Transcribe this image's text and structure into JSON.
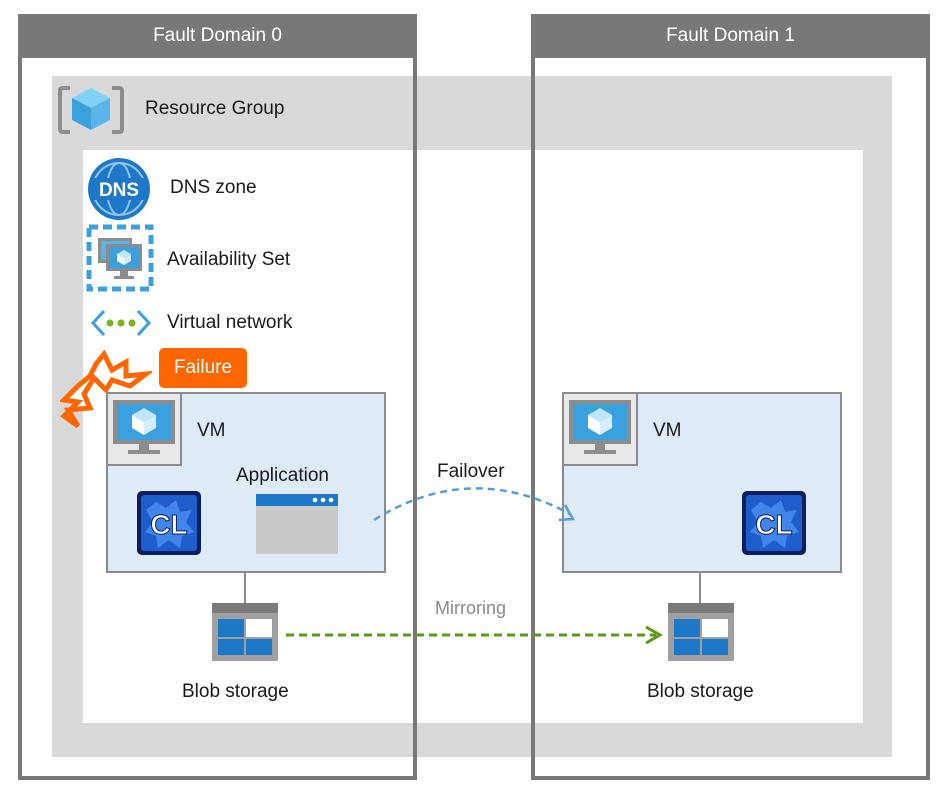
{
  "fault_domains": [
    {
      "label": "Fault Domain 0"
    },
    {
      "label": "Fault Domain 1"
    }
  ],
  "resource_group": {
    "label": "Resource Group"
  },
  "services": {
    "dns_zone": "DNS zone",
    "dns_icon_text": "DNS",
    "availability_set": "Availability Set",
    "virtual_network": "Virtual network"
  },
  "failure": {
    "label": "Failure"
  },
  "vm_left": {
    "label": "VM",
    "application_label": "Application",
    "cl_text": "CL"
  },
  "vm_right": {
    "label": "VM",
    "cl_text": "CL"
  },
  "failover": {
    "label": "Failover"
  },
  "mirroring": {
    "label": "Mirroring"
  },
  "storage_left": {
    "label": "Blob storage"
  },
  "storage_right": {
    "label": "Blob storage"
  },
  "colors": {
    "frame_gray": "#787878",
    "band_gray": "#d9d9d9",
    "vm_fill": "#deebf7",
    "failure_orange": "#ff6600",
    "azure_blue": "#0078d4",
    "failover_arrow": "#5b9bd5",
    "mirror_arrow": "#5a9a1a"
  }
}
